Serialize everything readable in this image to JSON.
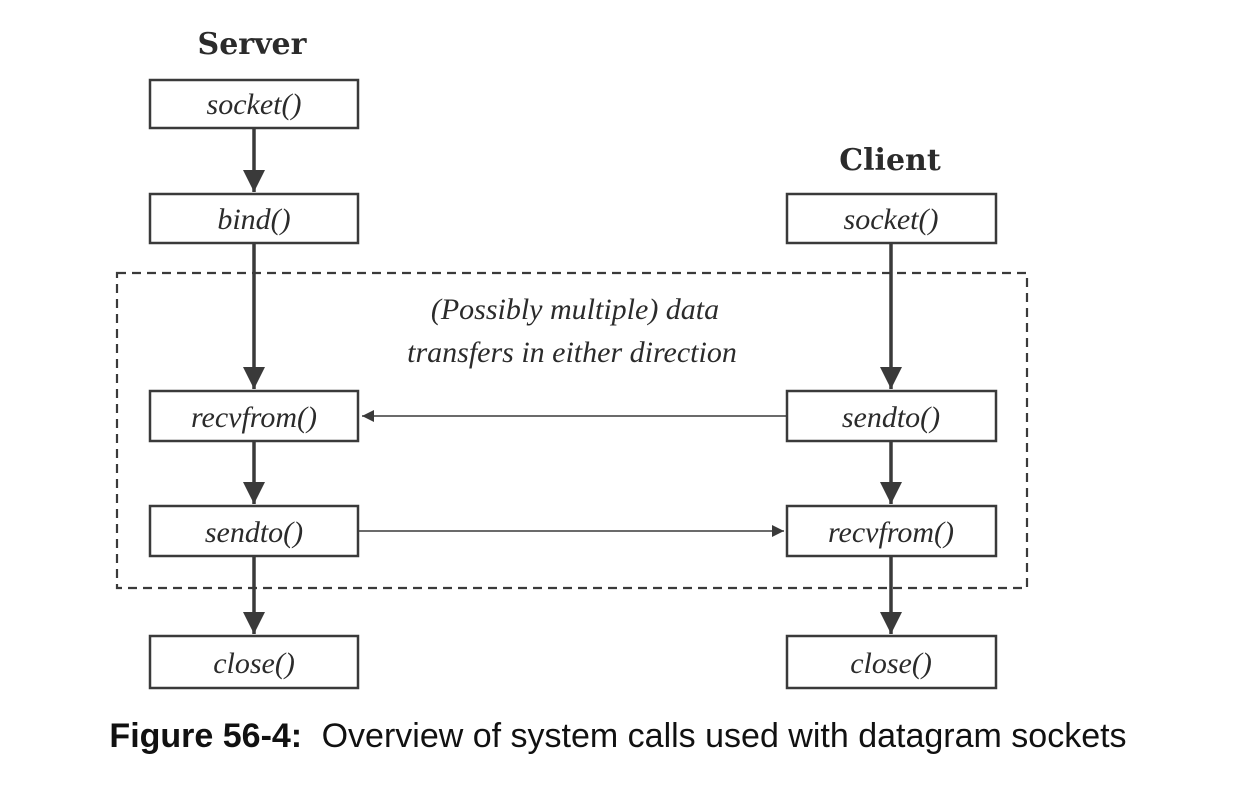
{
  "server": {
    "heading": "Server",
    "calls": [
      "socket()",
      "bind()",
      "recvfrom()",
      "sendto()",
      "close()"
    ]
  },
  "client": {
    "heading": "Client",
    "calls": [
      "socket()",
      "sendto()",
      "recvfrom()",
      "close()"
    ]
  },
  "loop_note": {
    "line1": "(Possibly multiple) data",
    "line2": "transfers in either direction"
  },
  "caption": {
    "label": "Figure 56-4:",
    "text": "Overview of system calls used with datagram sockets"
  }
}
